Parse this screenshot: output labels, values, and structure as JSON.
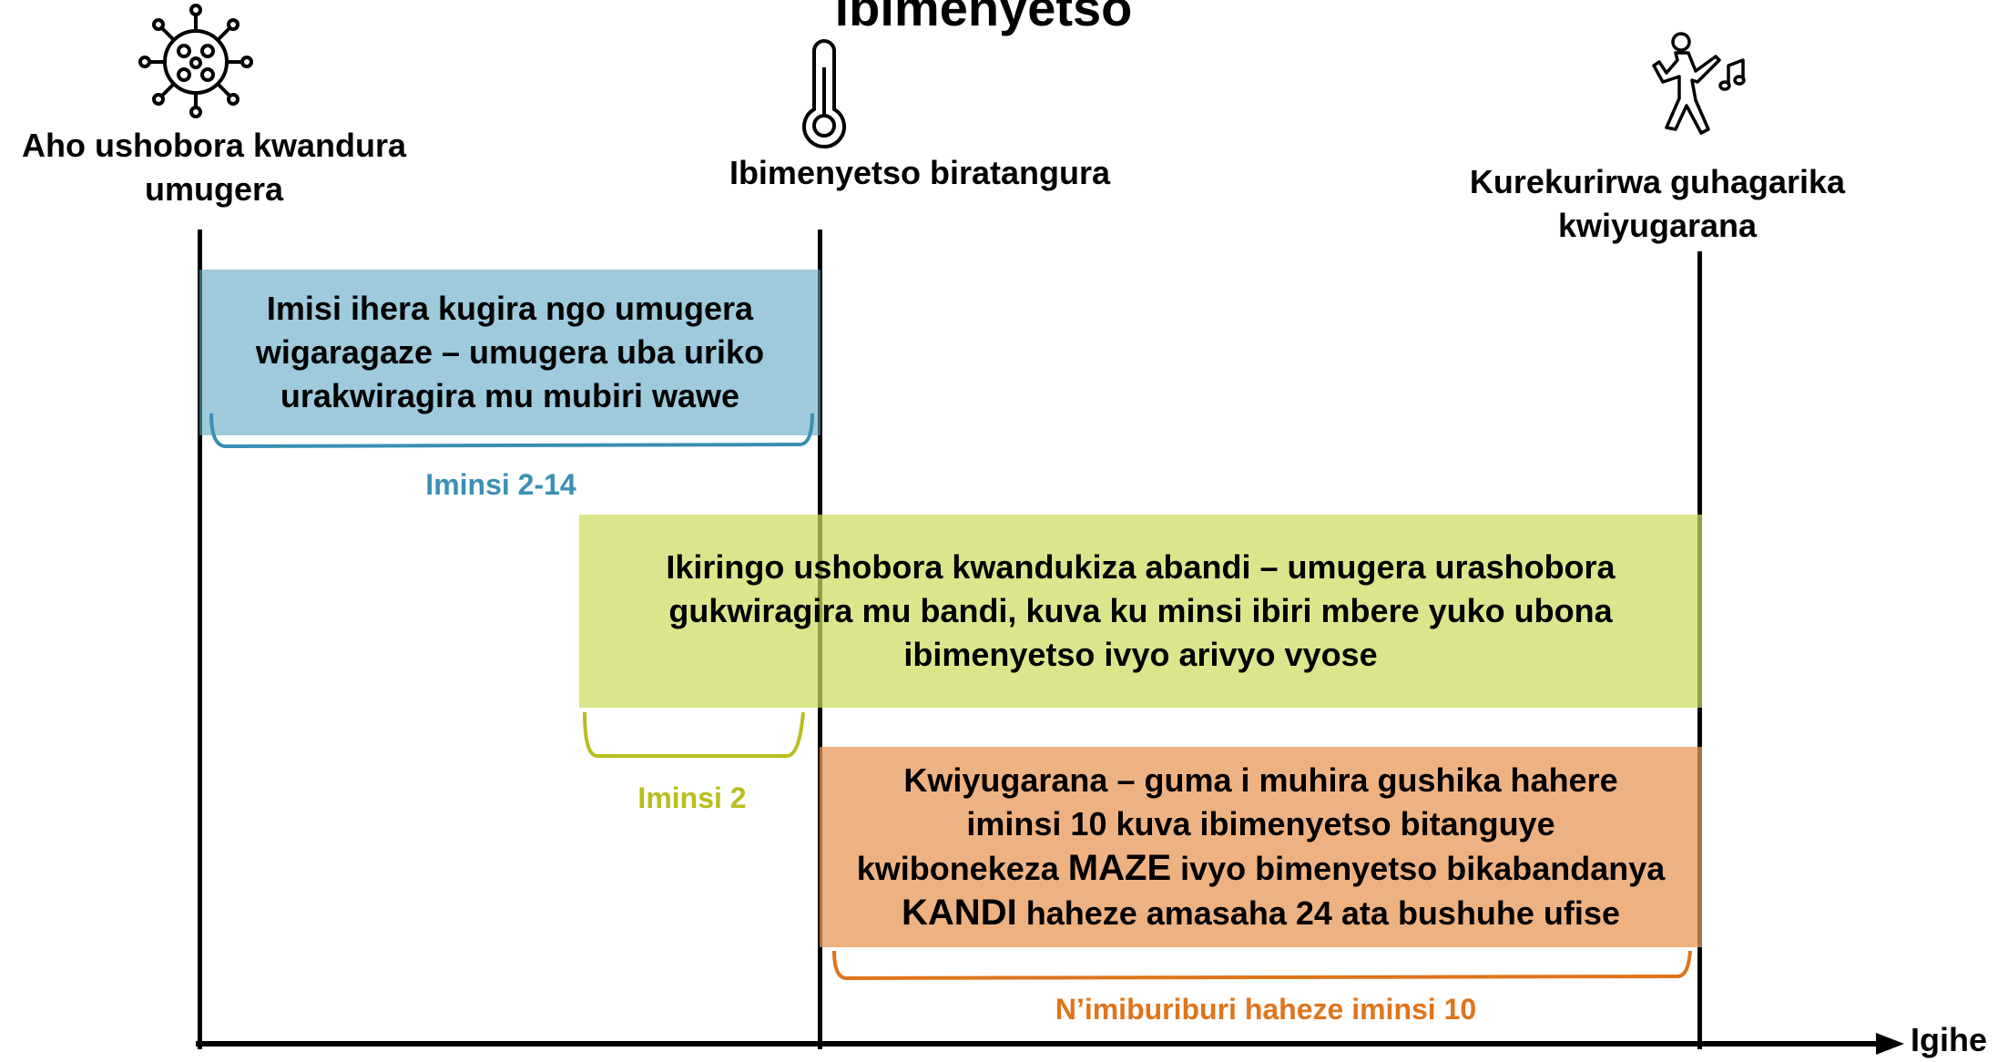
{
  "title": "ibimenyetso",
  "timeline": {
    "axis_label": "Igihe",
    "milestones": [
      {
        "lines": [
          "Aho ushobora kwandura",
          "umugera"
        ],
        "icon": "virus-icon"
      },
      {
        "lines": [
          "Ibimenyetso biratangura"
        ],
        "icon": "thermometer-icon"
      },
      {
        "lines": [
          "Kurekurirwa guhagarika",
          "kwiyugarana"
        ],
        "icon": "dancing-person-icon"
      }
    ]
  },
  "periods": {
    "incubation": {
      "lines": [
        "Imisi ihera kugira ngo umugera",
        "wigaragaze – umugera uba uriko",
        "urakwiragira mu mubiri wawe"
      ],
      "duration": "Iminsi 2-14",
      "color": "#5ea7c4"
    },
    "contagious": {
      "lines": [
        "Ikiringo ushobora kwandukiza abandi – umugera urashobora",
        "gukwiragira mu bandi, kuva ku minsi ibiri mbere  yuko ubona",
        "ibimenyetso ivyo arivyo vyose"
      ],
      "duration": "Iminsi 2",
      "color": "#cddc5f"
    },
    "isolation": {
      "line1": "Kwiyugarana – guma  i muhira gushika hahere",
      "line2": "iminsi 10 kuva ibimenyetso bitanguye",
      "line3_pre": "kwibonekeza",
      "line3_em": "MAZE",
      "line3_post": " ivyo bimenyetso bikabandanya",
      "line4_em": "KANDI",
      "line4_post": " haheze amasaha 24 ata bushuhe ufise",
      "duration": "N’imiburiburi haheze iminsi 10",
      "color": "#e89858"
    }
  }
}
